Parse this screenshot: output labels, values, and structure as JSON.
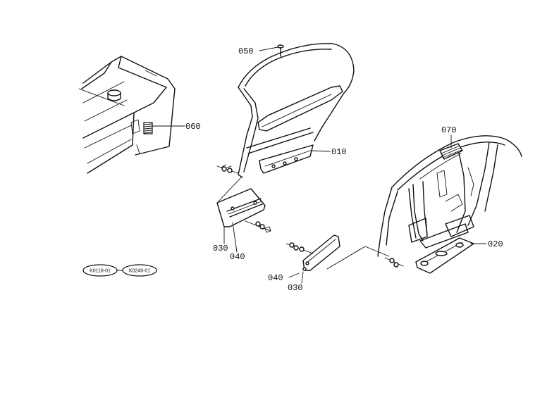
{
  "callouts": {
    "p050": "050",
    "p060": "060",
    "p010": "010",
    "p070": "070",
    "p020": "020",
    "p030_left": "030",
    "p040_left": "040",
    "p040_right": "040",
    "p030_right": "030"
  },
  "references": {
    "ref1": "K0118-01",
    "ref2": "K0249-01"
  }
}
